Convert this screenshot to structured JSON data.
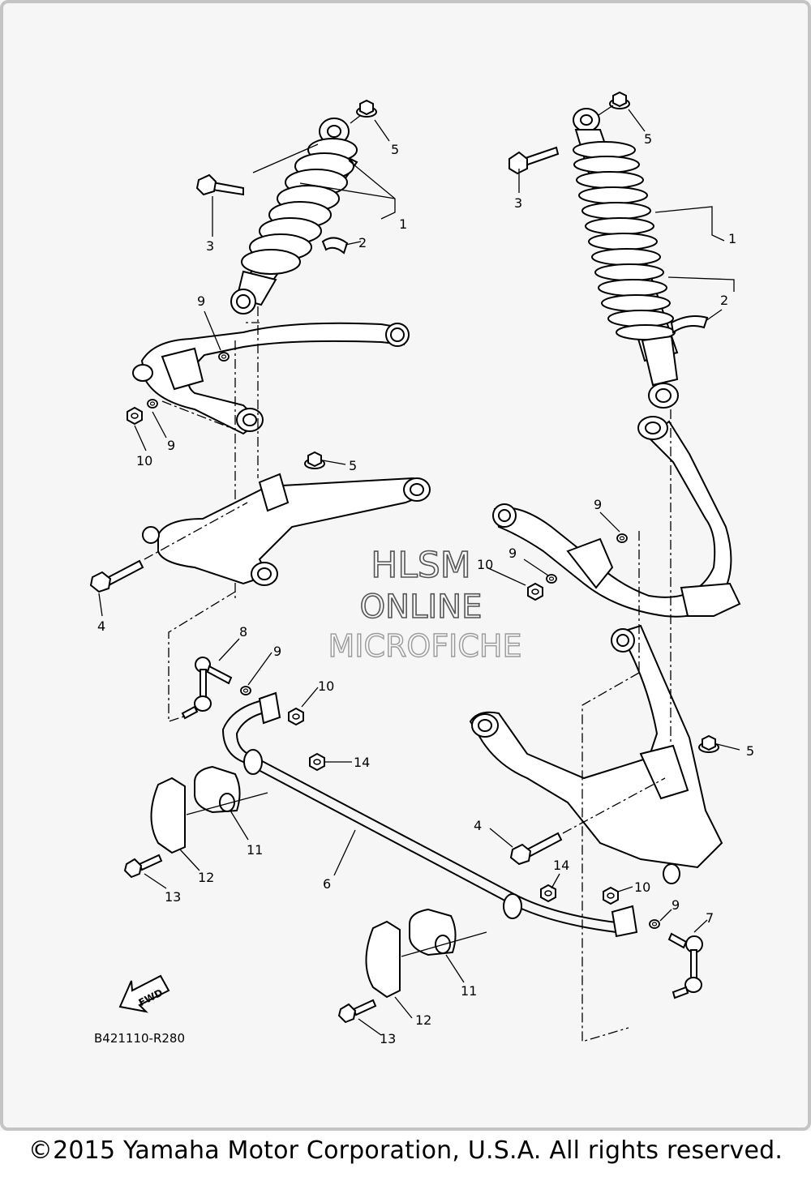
{
  "diagram": {
    "callouts": {
      "c1a": "1",
      "c2a": "2",
      "c3a": "3",
      "c5a": "5",
      "c1b": "1",
      "c2b": "2",
      "c3b": "3",
      "c5b": "5",
      "c9a": "9",
      "c9b": "9",
      "c10a": "10",
      "c5c": "5",
      "c4a": "4",
      "c9c": "9",
      "c9d": "9",
      "c10b": "10",
      "c8": "8",
      "c9e": "9",
      "c10c": "10",
      "c14a": "14",
      "c11a": "11",
      "c12a": "12",
      "c13a": "13",
      "c6": "6",
      "c5d": "5",
      "c4b": "4",
      "c14b": "14",
      "c10d": "10",
      "c9f": "9",
      "c7": "7",
      "c11b": "11",
      "c12b": "12",
      "c13b": "13"
    },
    "fwd_label": "FWD",
    "part_code": "B421110-R280"
  },
  "watermark": {
    "line1": "HLSM",
    "line2": "ONLINE",
    "line3": "MICROFICHE"
  },
  "copyright": "©2015 Yamaha Motor Corporation, U.S.A. All rights reserved."
}
